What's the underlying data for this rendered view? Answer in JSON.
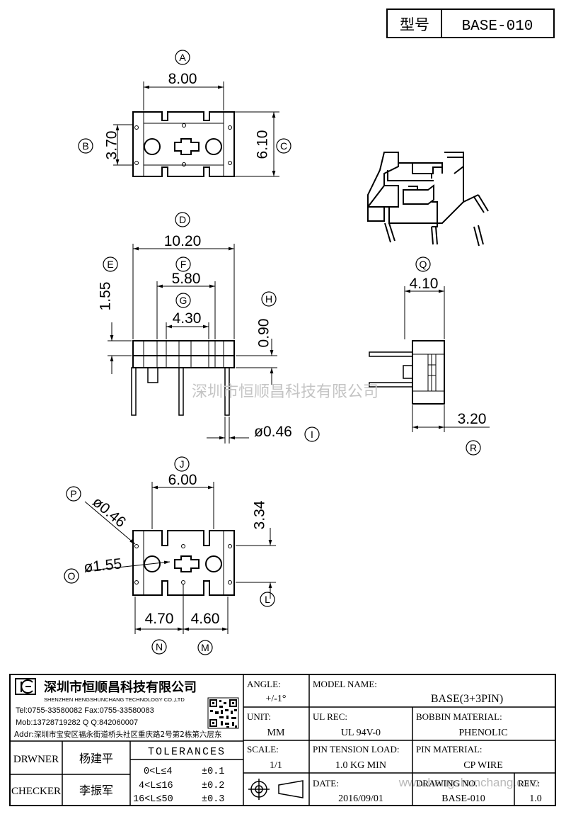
{
  "header": {
    "model_label": "型号",
    "model_value": "BASE-010"
  },
  "balloons": {
    "A": "A",
    "B": "B",
    "C": "C",
    "D": "D",
    "E": "E",
    "F": "F",
    "G": "G",
    "H": "H",
    "I": "I",
    "J": "J",
    "L": "L",
    "M": "M",
    "N": "N",
    "O": "O",
    "P": "P",
    "Q": "Q",
    "R": "R"
  },
  "dims": {
    "A": "8.00",
    "B": "3.70",
    "C": "6.10",
    "D": "10.20",
    "E": "1.55",
    "F": "5.80",
    "G": "4.30",
    "H": "0.90",
    "I": "ø0.46",
    "J": "6.00",
    "L": "3.34",
    "M": "4.60",
    "N": "4.70",
    "O": "ø1.55",
    "P": "ø0.46",
    "Q": "4.10",
    "R": "3.20"
  },
  "watermarks": {
    "cn": "深圳市恒顺昌科技有限公司",
    "web": "www.hengshunchang.com"
  },
  "company": {
    "name_cn": "深圳市恒顺昌科技有限公司",
    "name_en": "SHENZHEN HENGSHUNCHANG TECHNOLOGY CO.,LTD",
    "tel_fax": "Tel:0755-33580082 Fax:0755-33580083",
    "mob_qq": "Mob:13728719282      Q  Q:842060007",
    "addr": "Addr:深圳市宝安区福永街道桥头社区重庆路2号第2栋第六层东"
  },
  "title_block": {
    "drawer_label": "DRWNER",
    "drawer_name": "杨建平",
    "checker_label": "CHECKER",
    "checker_name": "李振军",
    "tolerances_title": "TOLERANCES",
    "tolerances": [
      {
        "range": "0<L≤4",
        "tol": "±0.1"
      },
      {
        "range": "4<L≤16",
        "tol": "±0.2"
      },
      {
        "range": "16<L≤50",
        "tol": "±0.3"
      }
    ],
    "angle_label": "ANGLE:",
    "angle_value": "+/-1°",
    "unit_label": "UNIT:",
    "unit_value": "MM",
    "scale_label": "SCALE:",
    "scale_value": "1/1",
    "model_name_label": "MODEL NAME:",
    "model_name_value": "BASE(3+3PIN)",
    "ul_label": "UL REC:",
    "ul_value": "UL 94V-0",
    "bobbin_label": "BOBBIN MATERIAL:",
    "bobbin_value": "PHENOLIC",
    "tension_label": "PIN TENSION LOAD:",
    "tension_value": "1.0 KG MIN",
    "pin_label": "PIN MATERIAL:",
    "pin_value": "CP WIRE",
    "date_label": "DATE:",
    "date_value": "2016/09/01",
    "drawing_label": "DRAWING NO.",
    "drawing_value": "BASE-010",
    "rev_label": "REV.:",
    "rev_value": "1.0"
  }
}
